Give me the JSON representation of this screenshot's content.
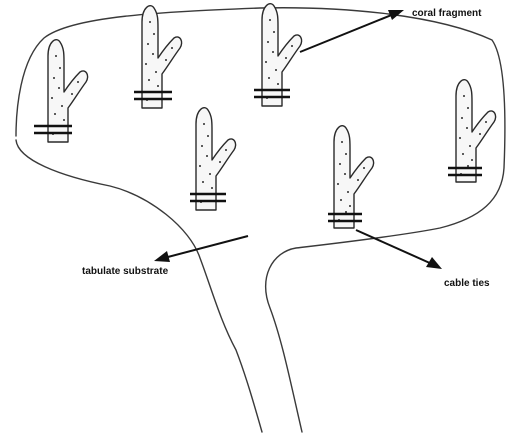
{
  "labels": {
    "coral_fragment": "coral fragment",
    "tabulate_substrate": "tabulate substrate",
    "cable_ties": "cable ties"
  }
}
